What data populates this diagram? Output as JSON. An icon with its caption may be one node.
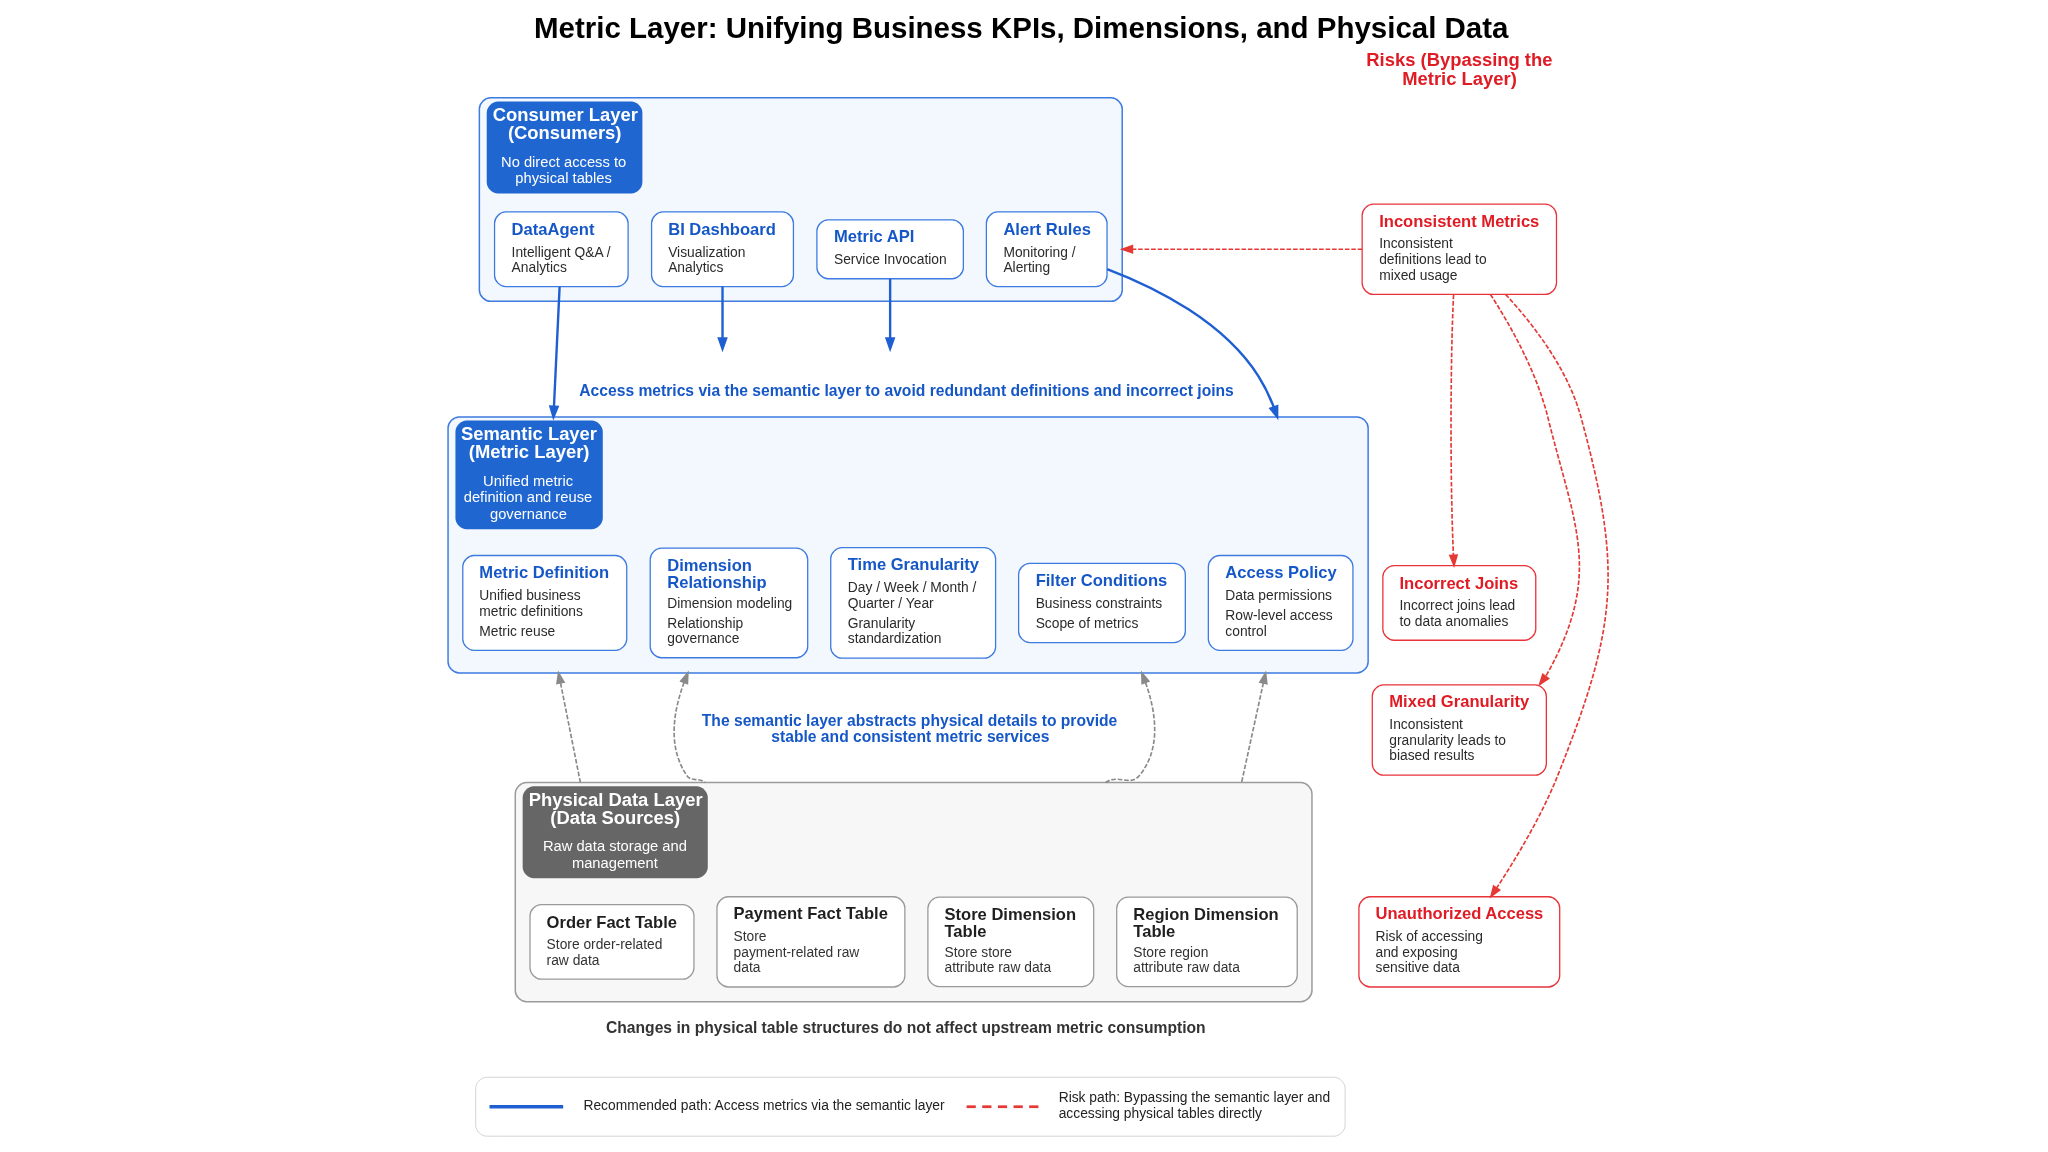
{
  "diagram": {
    "title": "Metric Layer: Unifying Business KPIs, Dimensions, and Physical Data",
    "nodes": [
      {
        "text": [
          "Consumer Layer (Consumers)",
          "No direct access to physical tables"
        ]
      },
      {
        "text": [
          "DataAgent",
          "Intelligent Q&A / Analytics"
        ],
        "in": 0
      },
      {
        "text": [
          "BI Dashboard",
          "Visualization Analytics"
        ],
        "in": 0
      },
      {
        "text": [
          "Metric API",
          "Service Invocation"
        ],
        "in": 0
      },
      {
        "text": [
          "Alert Rules",
          "Monitoring / Alerting"
        ],
        "in": 0
      },
      {
        "text": [
          "Semantic Layer (Metric Layer)",
          "Unified metric definition and reuse governance"
        ]
      },
      {
        "text": [
          "Metric Definition",
          "Unified business metric definitions",
          "Metric reuse"
        ],
        "in": 5
      },
      {
        "text": [
          "Dimension Relationship",
          "Dimension modeling",
          "Relationship governance"
        ],
        "in": 5
      },
      {
        "text": [
          "Time Granularity",
          "Day / Week / Month / Quarter / Year",
          "Granularity standardization"
        ],
        "in": 5
      },
      {
        "text": [
          "Filter Conditions",
          "Business constraints",
          "Scope of metrics"
        ],
        "in": 5
      },
      {
        "text": [
          "Access Policy",
          "Data permissions",
          "Row-level access control"
        ],
        "in": 5
      },
      {
        "text": [
          "Physical Data Layer (Data Sources)",
          "Raw data storage and management"
        ]
      },
      {
        "text": [
          "Order Fact Table",
          "Store order-related raw data"
        ],
        "in": 11
      },
      {
        "text": [
          "Payment Fact Table",
          "Store payment-related raw data"
        ],
        "in": 11
      },
      {
        "text": [
          "Store Dimension Table",
          "Store store attribute raw data"
        ],
        "in": 11
      },
      {
        "text": [
          "Region Dimension Table",
          "Store region attribute raw data"
        ],
        "in": 11
      },
      {
        "text": [
          "Inconsistent Metrics",
          "Inconsistent definitions lead to mixed usage"
        ]
      },
      {
        "text": [
          "Incorrect Joins",
          "Incorrect joins lead to data anomalies"
        ]
      },
      {
        "text": [
          "Mixed Granularity",
          "Inconsistent granularity leads to biased results"
        ]
      },
      {
        "text": [
          "Unauthorized Access",
          "Risk of accessing and exposing sensitive data"
        ]
      }
    ],
    "edges": [
      {
        "from": 1,
        "to": 5,
        "arrow": "to",
        "color": "#1f5fd1"
      },
      {
        "from": 2,
        "to": null,
        "arrow": "to",
        "color": "#1f5fd1"
      },
      {
        "from": 3,
        "to": null,
        "arrow": "to",
        "color": "#1f5fd1"
      },
      {
        "from": 4,
        "to": 5,
        "arrow": "to",
        "color": "#1f5fd1"
      },
      {
        "from": 11,
        "to": 5,
        "arrow": "to",
        "style": "dashed",
        "color": "#8a8a8a"
      },
      {
        "from": 11,
        "to": 5,
        "arrow": "to",
        "style": "dashed",
        "color": "#8a8a8a"
      },
      {
        "from": 11,
        "to": 5,
        "arrow": "to",
        "style": "dashed",
        "color": "#8a8a8a"
      },
      {
        "from": 11,
        "to": 5,
        "arrow": "to",
        "style": "dashed",
        "color": "#8a8a8a"
      },
      {
        "from": 16,
        "to": 0,
        "arrow": "to",
        "style": "dashed",
        "color": "#e53935"
      },
      {
        "from": 16,
        "to": 17,
        "arrow": "to",
        "style": "dashed",
        "color": "#e53935"
      },
      {
        "from": 16,
        "to": 18,
        "arrow": "to",
        "style": "dashed",
        "color": "#e53935"
      },
      {
        "from": 16,
        "to": 19,
        "arrow": "to",
        "style": "dashed",
        "color": "#e53935"
      }
    ],
    "labels": [
      "Risks (Bypassing the Metric Layer)",
      "Access metrics via the semantic layer to avoid redundant definitions and incorrect joins",
      "The semantic layer abstracts physical details to provide stable and consistent metric services",
      "Changes in physical table structures do not affect upstream metric consumption"
    ],
    "legend": [
      {
        "text": "Recommended path: Access metrics via the semantic layer"
      },
      {
        "text": "Risk path: Bypassing the semantic layer and accessing physical tables directly"
      }
    ]
  }
}
